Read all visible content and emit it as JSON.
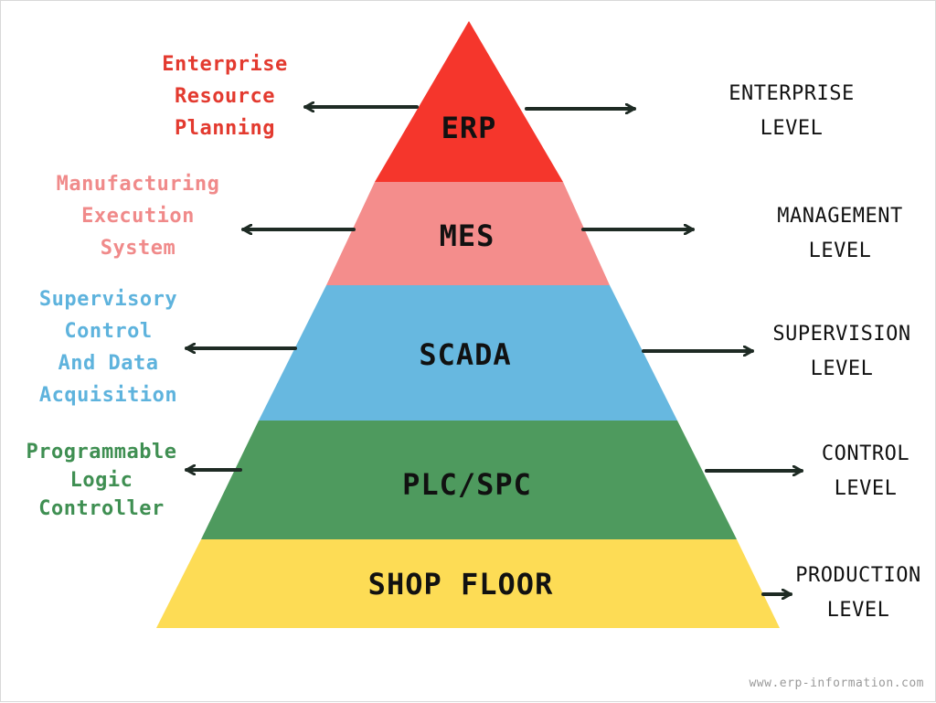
{
  "tiers": [
    {
      "abbr": "ERP",
      "description": [
        "Enterprise",
        "Resource",
        "Planning"
      ],
      "level": [
        "ENTERPRISE",
        "LEVEL"
      ],
      "fill": "#f5362c",
      "description_color": "#e33a2f"
    },
    {
      "abbr": "MES",
      "description": [
        "Manufacturing",
        "Execution",
        "System"
      ],
      "level": [
        "MANAGEMENT",
        "LEVEL"
      ],
      "fill": "#f48d8c",
      "description_color": "#f08a8a"
    },
    {
      "abbr": "SCADA",
      "description": [
        "Supervisory",
        "Control",
        "And Data",
        "Acquisition"
      ],
      "level": [
        "SUPERVISION",
        "LEVEL"
      ],
      "fill": "#67b8e0",
      "description_color": "#5eb3dd"
    },
    {
      "abbr": "PLC/SPC",
      "description": [
        "Programmable",
        "Logic",
        "Controller"
      ],
      "level": [
        "CONTROL",
        "LEVEL"
      ],
      "fill": "#4e9a5e",
      "description_color": "#3f8f52"
    },
    {
      "abbr": "SHOP FLOOR",
      "description": [],
      "level": [
        "PRODUCTION",
        "LEVEL"
      ],
      "fill": "#fddc55",
      "description_color": "#111111"
    }
  ],
  "arrow_color": "#1e2b24",
  "watermark": "www.erp-information.com"
}
